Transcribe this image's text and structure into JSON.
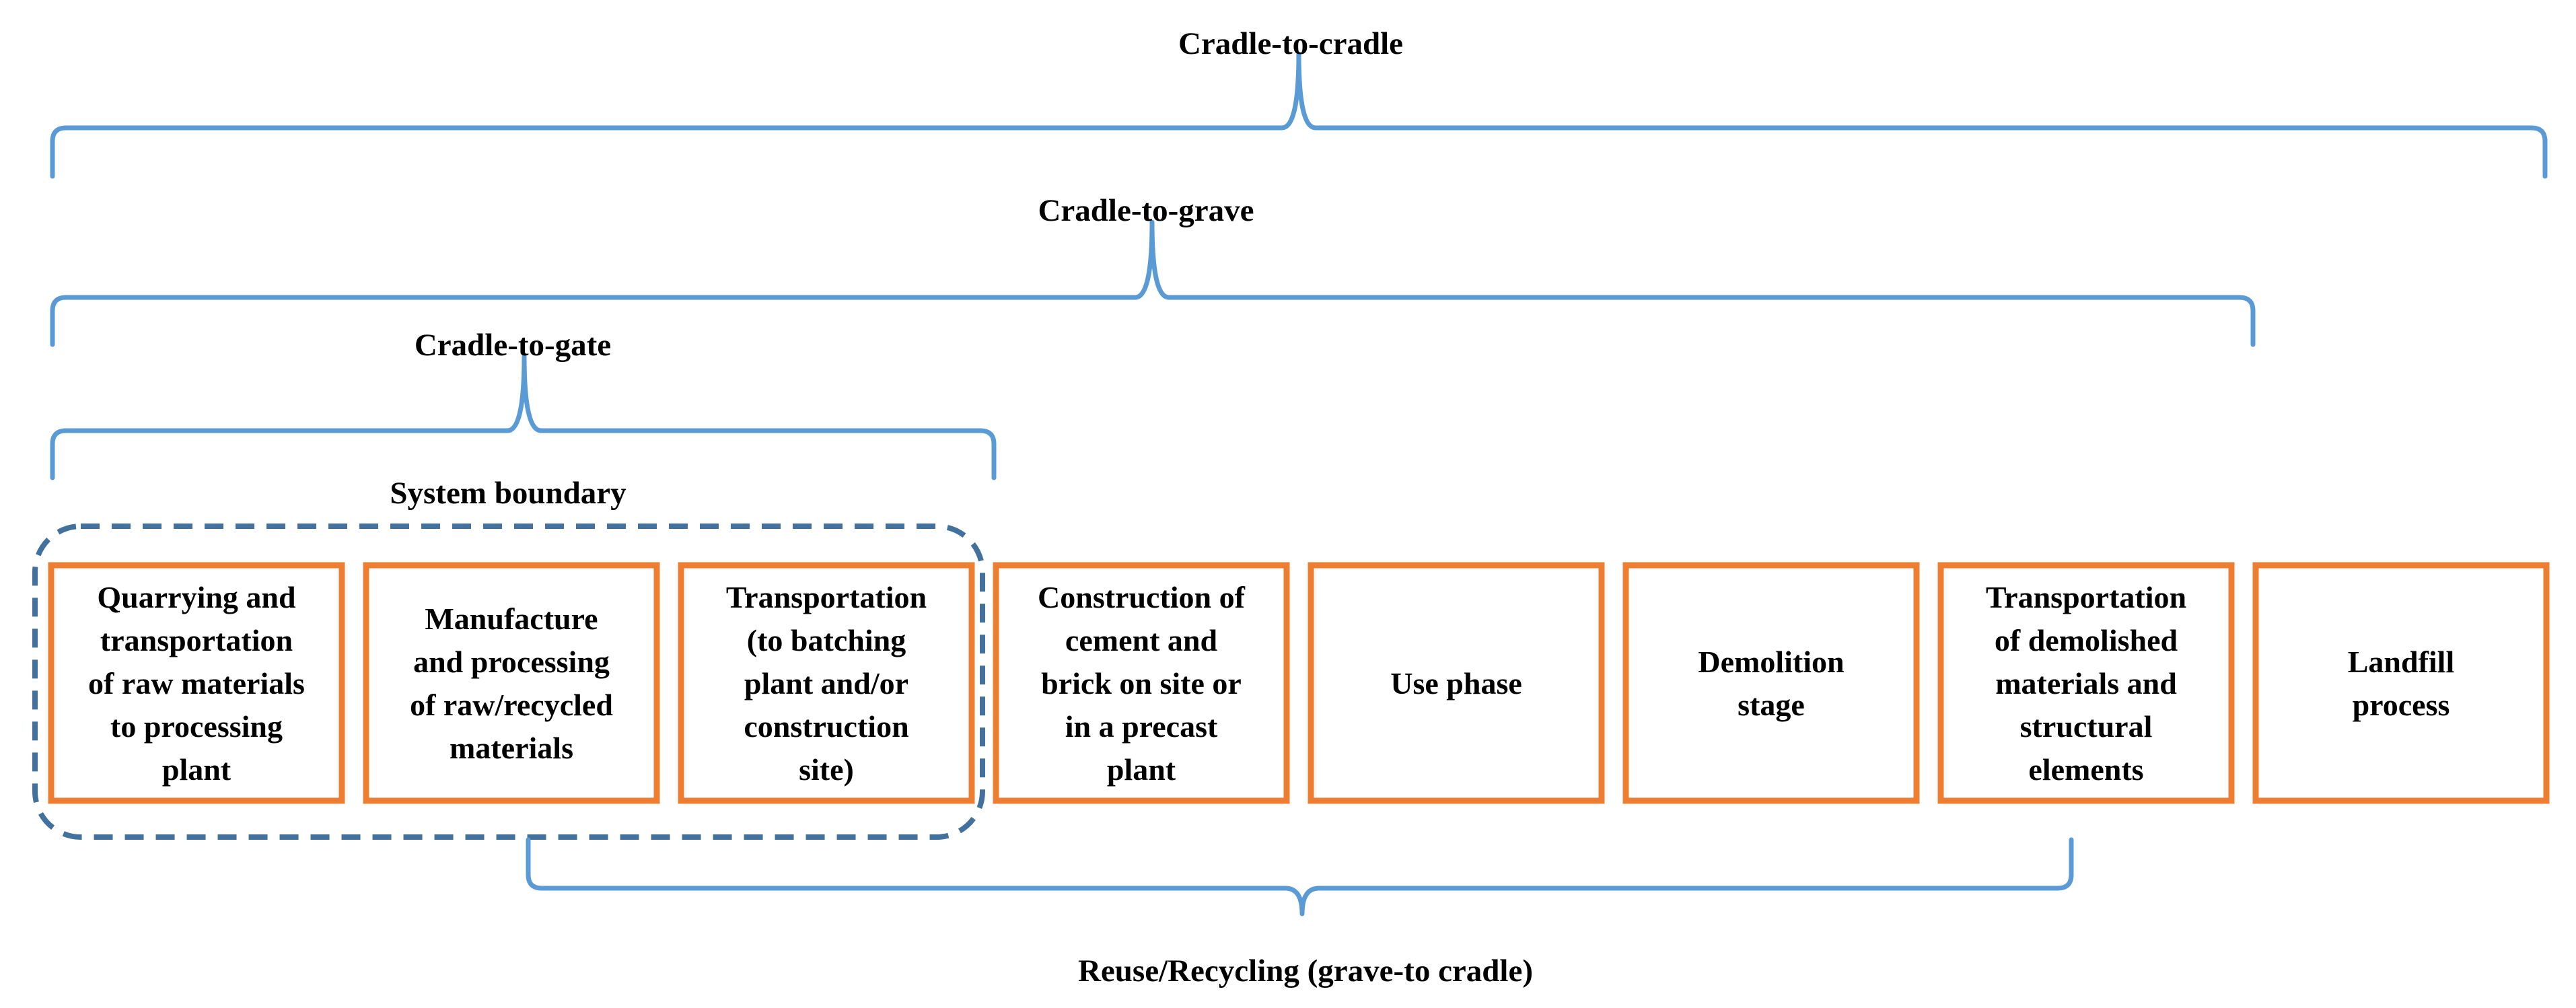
{
  "scopes": {
    "cradle_to_cradle": "Cradle-to-cradle",
    "cradle_to_grave": "Cradle-to-grave",
    "cradle_to_gate": "Cradle-to-gate",
    "system_boundary": "System boundary",
    "reuse_recycling": "Reuse/Recycling (grave-to cradle)"
  },
  "stages": [
    {
      "lines": [
        "Quarrying and",
        "transportation",
        "of raw materials",
        "to processing",
        "plant"
      ]
    },
    {
      "lines": [
        "Manufacture",
        "and processing",
        "of raw/recycled",
        "materials"
      ]
    },
    {
      "lines": [
        "Transportation",
        "(to batching",
        "plant and/or",
        "construction",
        "site)"
      ]
    },
    {
      "lines": [
        "Construction of",
        "cement and",
        "brick on site or",
        "in a precast",
        "plant"
      ]
    },
    {
      "lines": [
        "Use phase"
      ]
    },
    {
      "lines": [
        "Demolition",
        "stage"
      ]
    },
    {
      "lines": [
        "Transportation",
        "of demolished",
        "materials and",
        "structural",
        "elements"
      ]
    },
    {
      "lines": [
        "Landfill",
        "process"
      ]
    }
  ],
  "colors": {
    "brace": "#5b9bd5",
    "stage_border": "#ed7d31",
    "boundary": "#41719c"
  }
}
